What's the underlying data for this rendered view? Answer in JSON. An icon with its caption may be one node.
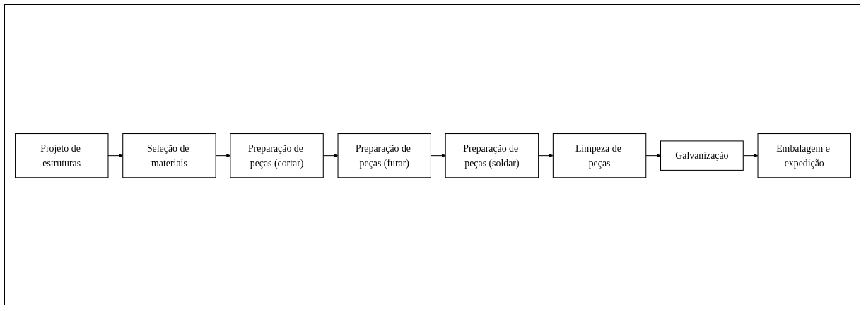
{
  "diagram": {
    "nodes": [
      {
        "text": [
          "Seleção de materiais"
        ]
      },
      {
        "text": [
          "Projeto de estruturas"
        ]
      },
      {
        "text": [
          "Embalagem e expedição"
        ]
      },
      {
        "text": [
          "Galvanização"
        ]
      },
      {
        "text": [
          "Preparação de peças (cortar)"
        ]
      },
      {
        "text": [
          "Preparação de peças (furar)"
        ]
      },
      {
        "text": [
          "Preparação de peças (soldar)"
        ]
      },
      {
        "text": [
          "Limpeza de peças"
        ]
      }
    ],
    "edges": [
      {
        "from": 1,
        "to": 0,
        "arrow": "to"
      },
      {
        "from": 0,
        "to": 4,
        "arrow": "to"
      },
      {
        "from": 4,
        "to": 5,
        "arrow": "to"
      },
      {
        "from": 5,
        "to": 6,
        "arrow": "to"
      },
      {
        "from": 6,
        "to": 7,
        "arrow": "to"
      },
      {
        "from": 7,
        "to": 3,
        "arrow": "to"
      },
      {
        "from": 3,
        "to": 2,
        "arrow": "to"
      }
    ]
  }
}
